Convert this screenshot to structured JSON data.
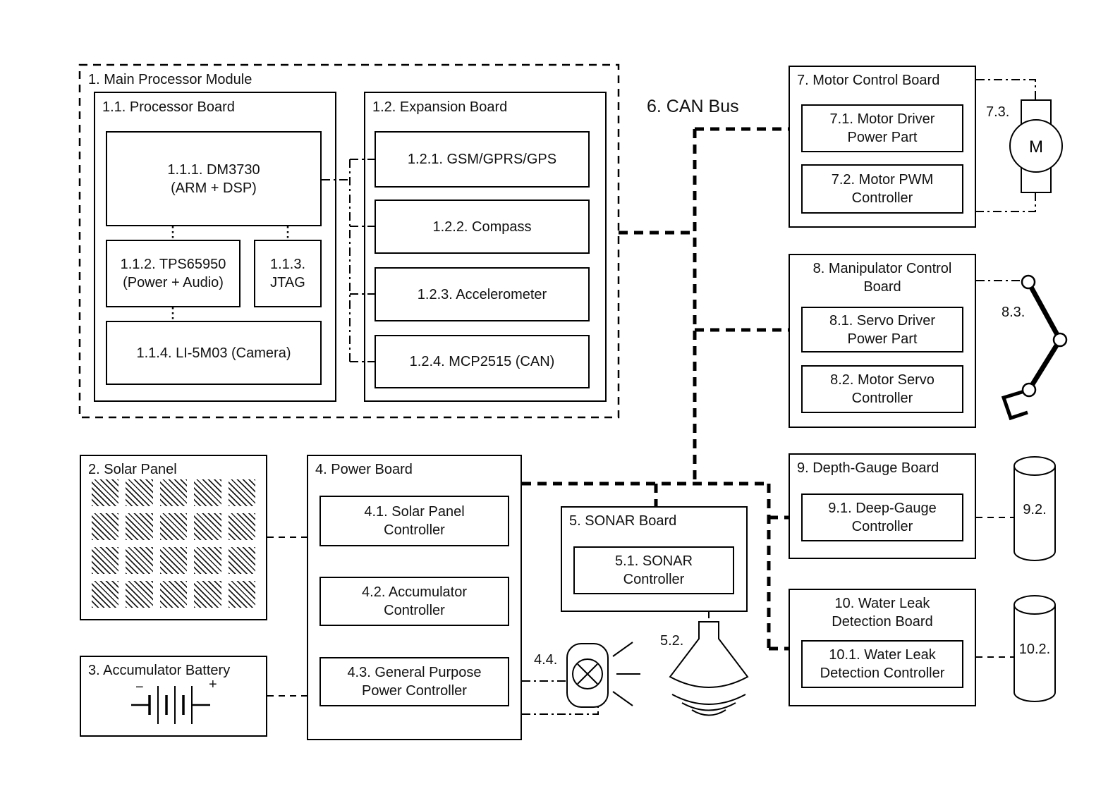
{
  "diagram": {
    "colors": {
      "line": "#000000",
      "background": "#ffffff"
    },
    "main_module": {
      "title": "1. Main Processor Module",
      "processor_board": {
        "title": "1.1. Processor Board",
        "dm3730": "1.1.1. DM3730\n(ARM + DSP)",
        "tps65950": "1.1.2. TPS65950\n(Power + Audio)",
        "jtag": "1.1.3.\nJTAG",
        "camera": "1.1.4. LI-5M03 (Camera)"
      },
      "expansion_board": {
        "title": "1.2. Expansion Board",
        "gsm": "1.2.1. GSM/GPRS/GPS",
        "compass": "1.2.2. Compass",
        "accelerometer": "1.2.3. Accelerometer",
        "mcp2515": "1.2.4. MCP2515 (CAN)"
      }
    },
    "solar_panel": {
      "title": "2. Solar Panel"
    },
    "battery": {
      "title": "3. Accumulator Battery",
      "minus": "−",
      "plus": "+"
    },
    "power_board": {
      "title": "4. Power Board",
      "solar_controller": "4.1. Solar Panel\nController",
      "accumulator_controller": "4.2. Accumulator\nController",
      "general_controller": "4.3. General Purpose\nPower Controller",
      "lamp_label": "4.4."
    },
    "sonar_board": {
      "title": "5. SONAR Board",
      "controller": "5.1. SONAR\nController",
      "transducer_label": "5.2."
    },
    "can_bus": {
      "label": "6. CAN Bus"
    },
    "motor_board": {
      "title": "7. Motor Control Board",
      "driver": "7.1. Motor Driver\nPower Part",
      "pwm": "7.2. Motor PWM\nController",
      "motor_label": "7.3.",
      "motor_letter": "M"
    },
    "manipulator_board": {
      "title": "8. Manipulator Control\nBoard",
      "servo_driver": "8.1. Servo Driver\nPower Part",
      "servo_controller": "8.2. Motor Servo\nController",
      "arm_label": "8.3."
    },
    "depth_board": {
      "title": "9. Depth-Gauge Board",
      "controller": "9.1. Deep-Gauge\nController",
      "gauge_label": "9.2."
    },
    "leak_board": {
      "title": "10. Water Leak\nDetection Board",
      "controller": "10.1. Water Leak\nDetection Controller",
      "sensor_label": "10.2."
    }
  }
}
